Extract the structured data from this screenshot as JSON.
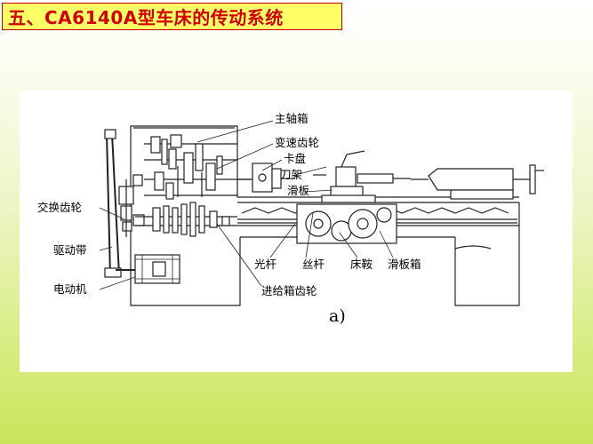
{
  "title": "五、CA6140A型车床的传动系统",
  "labels": {
    "spindle_box": "主轴箱",
    "speed_gear": "变速齿轮",
    "chuck": "卡盘",
    "tool_post": "刀架",
    "slide": "滑板",
    "change_gear": "交换齿轮",
    "belt": "驱动带",
    "motor": "电动机",
    "feed_rod": "光杆",
    "lead_screw": "丝杆",
    "bed_saddle": "床鞍",
    "apron": "滑板箱",
    "feed_box_gear": "进给箱齿轮"
  },
  "caption": "a)",
  "colors": {
    "title_bg": "#ffff66",
    "title_text": "#d00000",
    "title_border": "#c00000"
  }
}
